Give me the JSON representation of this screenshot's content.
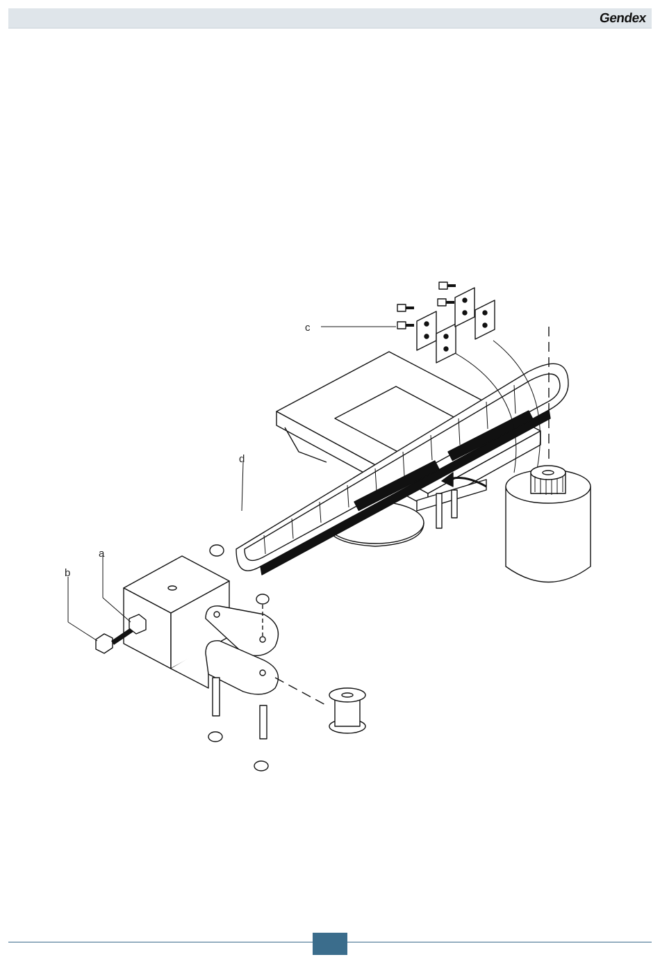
{
  "header": {
    "brand": "Gendex"
  },
  "figure": {
    "callouts": {
      "a": "a",
      "b": "b",
      "c": "c",
      "d": "d"
    }
  }
}
